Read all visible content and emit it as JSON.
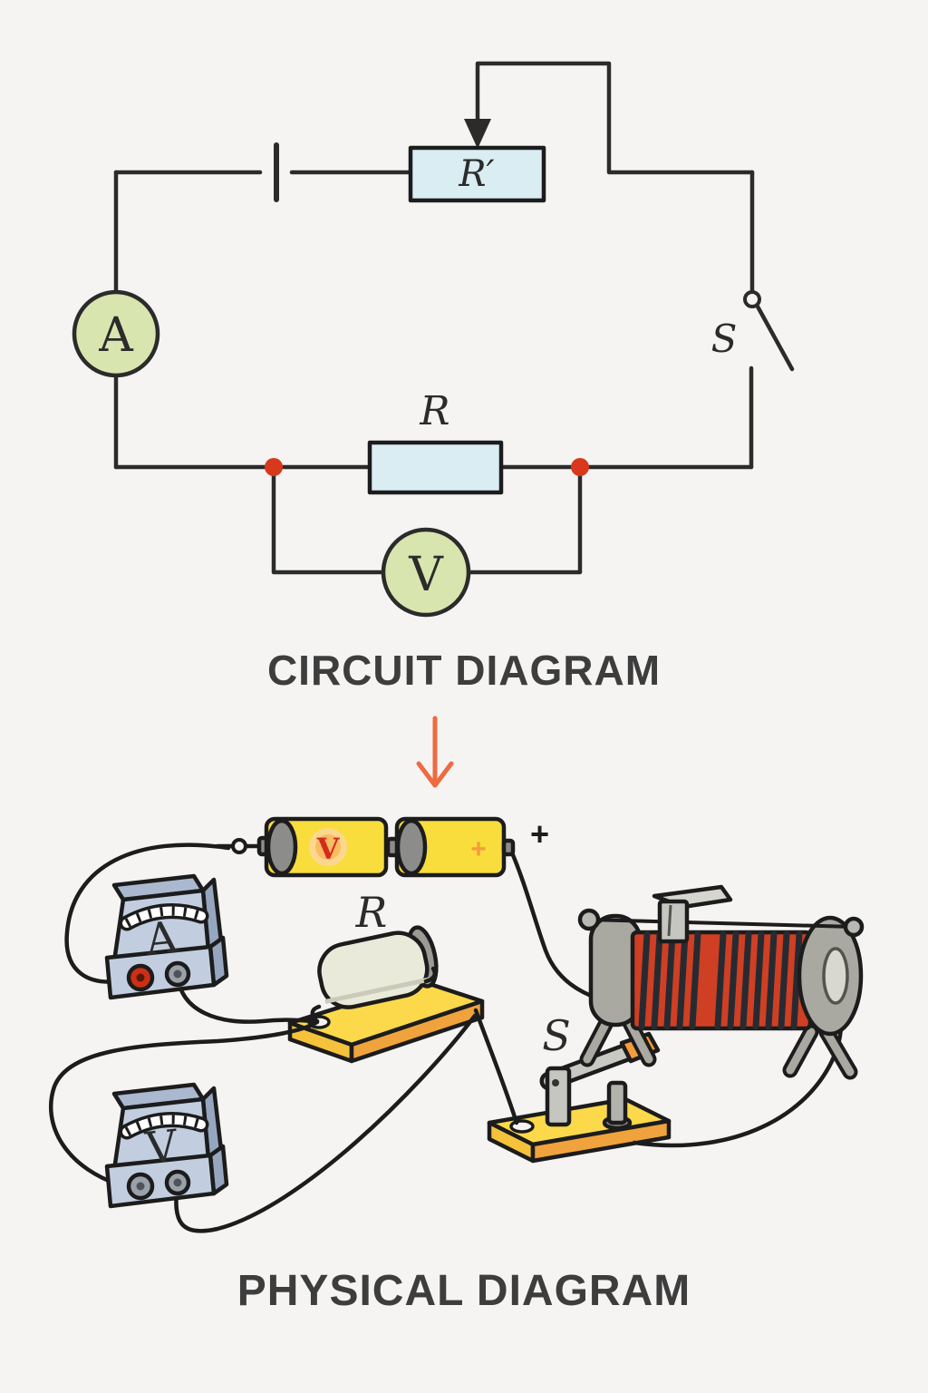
{
  "background_color": "#f5f4f2",
  "circuit": {
    "title": "CIRCUIT DIAGRAM",
    "labels": {
      "ammeter": "A",
      "voltmeter": "V",
      "rheostat": "R′",
      "resistor": "R",
      "switch": "S"
    },
    "colors": {
      "wire": "#2b2b2b",
      "component_fill": "#d9edf2",
      "meter_fill": "#d9e5ae",
      "junction": "#d8381c"
    }
  },
  "arrow": {
    "color": "#ee6a41",
    "direction": "down"
  },
  "physical": {
    "title": "PHYSICAL DIAGRAM",
    "labels": {
      "resistor": "R",
      "switch": "S",
      "ammeter": "A",
      "voltmeter": "V",
      "battery_logo": "V",
      "battery_plus": "+",
      "terminal_plus": "+"
    },
    "colors": {
      "battery": "#f8dd3d",
      "coil": "#cf3f24",
      "board": "#fbd94a",
      "meter_face": "#c2cee0",
      "handle": "#f59b3b",
      "red_terminal": "#cc3014"
    }
  }
}
